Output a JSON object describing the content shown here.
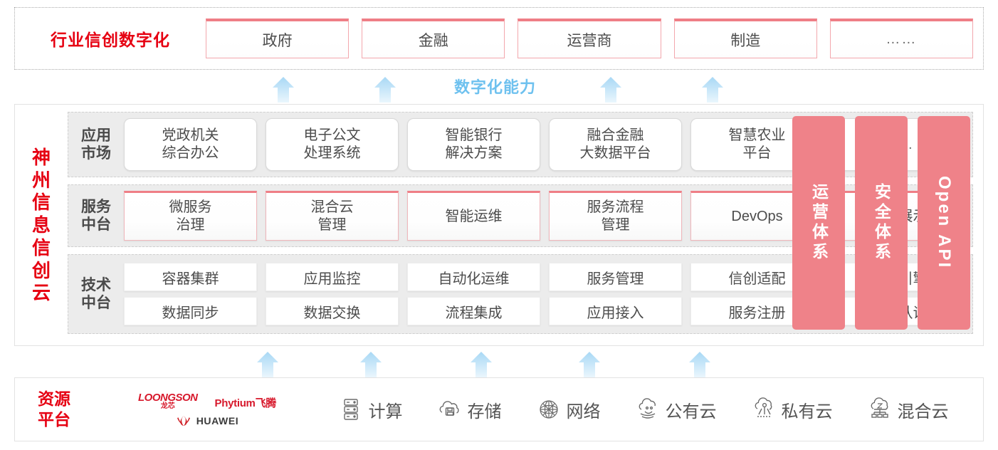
{
  "industry": {
    "title": "行业信创数字化",
    "cards": [
      {
        "label": "政府"
      },
      {
        "label": "金融"
      },
      {
        "label": "运营商"
      },
      {
        "label": "制造"
      },
      {
        "label": "……"
      }
    ]
  },
  "capability": {
    "label": "数字化能力",
    "arrow_count": 4,
    "arrow_color": "#cfe9fa"
  },
  "cloud": {
    "title": "神州信息信创云",
    "layers": [
      {
        "name": "app-market",
        "label": "应用\n市场",
        "label_line1": "应用",
        "label_line2": "市场",
        "cards": [
          {
            "line1": "党政机关",
            "line2": "综合办公"
          },
          {
            "line1": "电子公文",
            "line2": "处理系统"
          },
          {
            "line1": "智能银行",
            "line2": "解决方案"
          },
          {
            "line1": "融合金融",
            "line2": "大数据平台"
          },
          {
            "line1": "智慧农业",
            "line2": "平台"
          },
          {
            "line1": "……",
            "line2": ""
          }
        ]
      },
      {
        "name": "service-platform",
        "label_line1": "服务",
        "label_line2": "中台",
        "cards": [
          {
            "line1": "微服务",
            "line2": "治理"
          },
          {
            "line1": "混合云",
            "line2": "管理"
          },
          {
            "line1": "智能运维",
            "line2": ""
          },
          {
            "line1": "服务流程",
            "line2": "管理"
          },
          {
            "line1": "DevOps",
            "line2": ""
          },
          {
            "line1": "大屏展示",
            "line2": ""
          }
        ]
      },
      {
        "name": "tech-platform",
        "label_line1": "技术",
        "label_line2": "中台",
        "row1": [
          "容器集群",
          "应用监控",
          "自动化运维",
          "服务管理",
          "信创适配",
          "流程引擎"
        ],
        "row2": [
          "数据同步",
          "数据交换",
          "流程集成",
          "应用接入",
          "服务注册",
          "统一认证"
        ]
      }
    ],
    "pillars": [
      {
        "label": "运营体系",
        "type": "cjk"
      },
      {
        "label": "安全体系",
        "type": "cjk"
      },
      {
        "label": "Open API",
        "type": "latin"
      }
    ],
    "pillar_color": "#ef8289"
  },
  "lower_arrows": {
    "count": 5,
    "color": "#cfe9fa"
  },
  "resource": {
    "title_line1": "资源",
    "title_line2": "平台",
    "vendors": [
      {
        "name": "loongson",
        "main": "LOONGSON",
        "sub": "龙芯"
      },
      {
        "name": "phytium",
        "main": "Phytium飞腾"
      },
      {
        "name": "huawei",
        "main": "HUAWEI"
      }
    ],
    "items": [
      {
        "icon": "server-icon",
        "label": "计算"
      },
      {
        "icon": "cloud-storage-icon",
        "label": "存储"
      },
      {
        "icon": "network-mesh-icon",
        "label": "网络"
      },
      {
        "icon": "public-cloud-icon",
        "label": "公有云"
      },
      {
        "icon": "private-cloud-icon",
        "label": "私有云"
      },
      {
        "icon": "hybrid-cloud-icon",
        "label": "混合云"
      }
    ]
  },
  "colors": {
    "brand_red": "#e60012",
    "pink": "#ef8289",
    "card_pink_border": "#ef7e86",
    "arrow_blue": "#cfe9fa",
    "capability_blue": "#6ec1ef",
    "layer_bg": "#ececec"
  }
}
